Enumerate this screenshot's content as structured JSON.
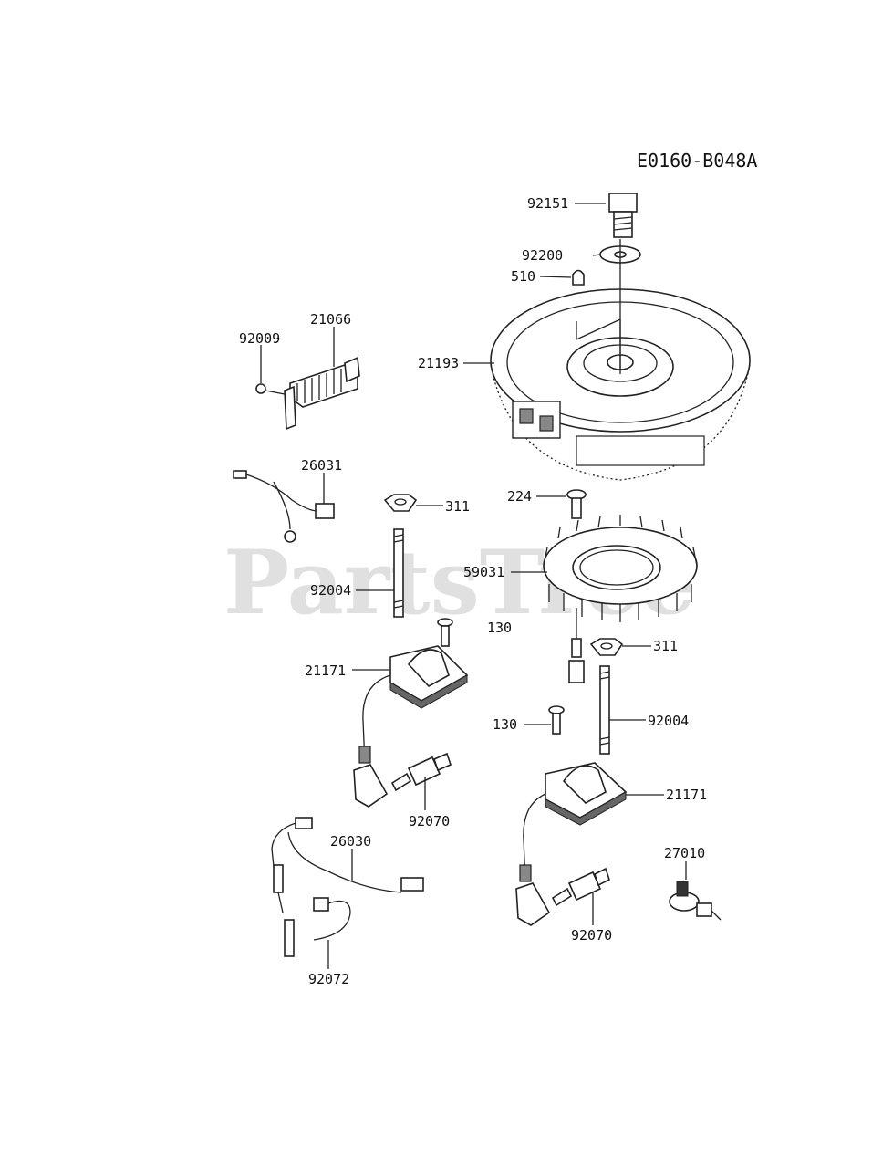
{
  "diagram": {
    "reference": "E0160-B048A",
    "watermark": "PartsTree",
    "labels": {
      "p92151": "92151",
      "p92200": "92200",
      "p510": "510",
      "p21066": "21066",
      "p92009": "92009",
      "p21193": "21193",
      "p26031": "26031",
      "p224": "224",
      "p311a": "311",
      "p59031": "59031",
      "p92004a": "92004",
      "p130a": "130",
      "p311b": "311",
      "p21171a": "21171",
      "p130b": "130",
      "p92004b": "92004",
      "p21171b": "21171",
      "p92070a": "92070",
      "p26030": "26030",
      "p27010": "27010",
      "p92070b": "92070",
      "p92072": "92072"
    }
  }
}
